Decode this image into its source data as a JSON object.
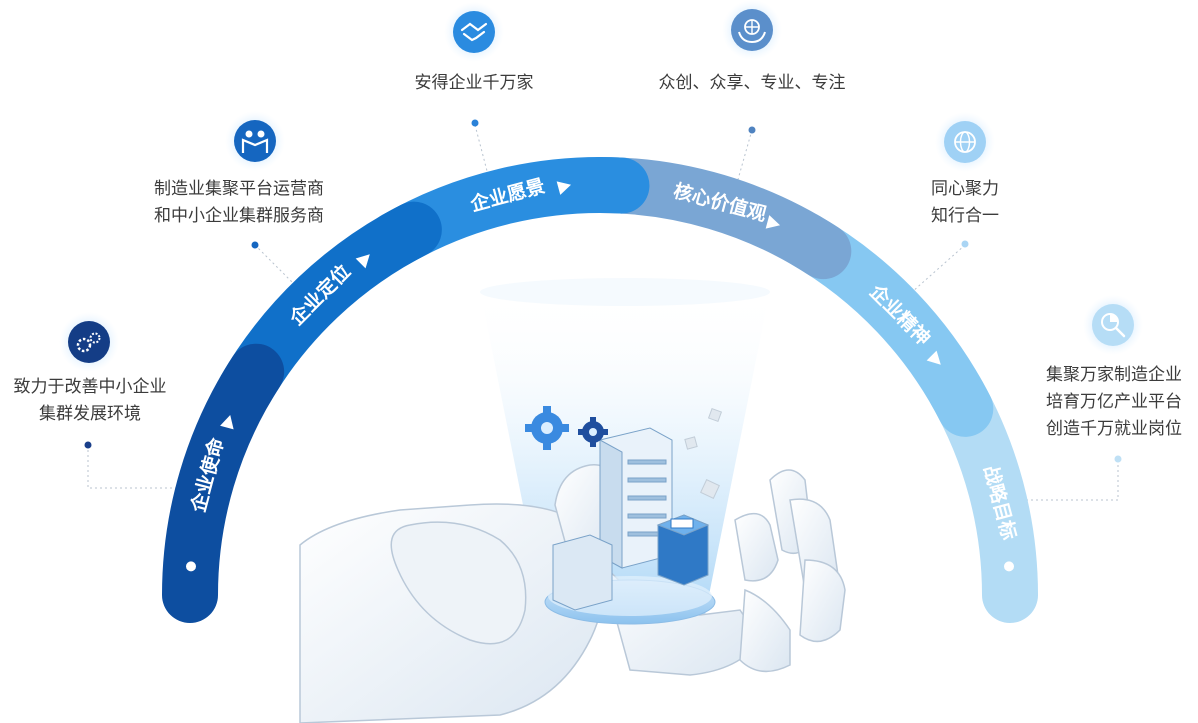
{
  "segments": [
    {
      "key": "mission",
      "label": "企业使命",
      "color": "#0d4ea0"
    },
    {
      "key": "position",
      "label": "企业定位",
      "color": "#1070c9"
    },
    {
      "key": "vision",
      "label": "企业愿景",
      "color": "#2a8ee0"
    },
    {
      "key": "values",
      "label": "核心价值观",
      "color": "#7aa6d4"
    },
    {
      "key": "spirit",
      "label": "企业精神",
      "color": "#86c8f2"
    },
    {
      "key": "strategy",
      "label": "战略目标",
      "color": "#b3dcf5"
    }
  ],
  "captions": {
    "mission": [
      "致力于改善中小企业",
      "集群发展环境"
    ],
    "position": [
      "制造业集聚平台运营商",
      "和中小企业集群服务商"
    ],
    "vision": [
      "安得企业千万家"
    ],
    "values": [
      "众创、众享、专业、专注"
    ],
    "spirit": [
      "同心聚力",
      "知行合一"
    ],
    "strategy": [
      "集聚万家制造企业",
      "培育万亿产业平台",
      "创造千万就业岗位"
    ]
  },
  "icons": {
    "mission": "gears-icon",
    "position": "team-icon",
    "vision": "handshake-icon",
    "values": "globe-in-hands-icon",
    "spirit": "globe-icon",
    "strategy": "search-chart-icon"
  }
}
